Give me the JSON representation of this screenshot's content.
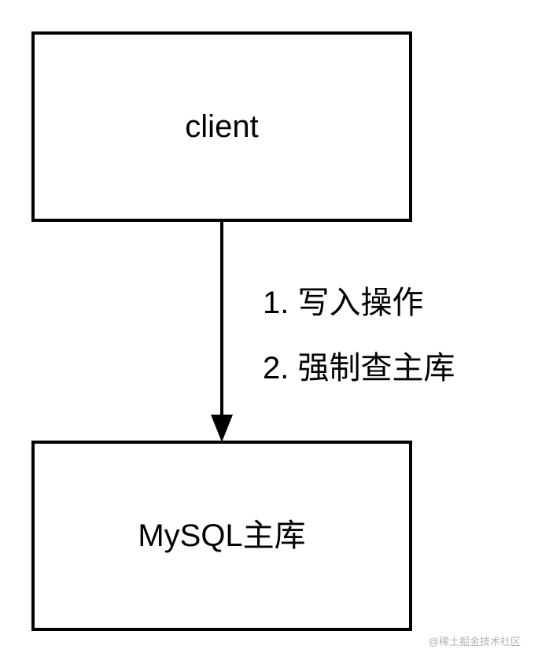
{
  "nodes": {
    "client": {
      "label": "client"
    },
    "mysql_primary": {
      "label": "MySQL主库"
    }
  },
  "edge": {
    "labels": [
      "1. 写入操作",
      "2. 强制查主库"
    ]
  },
  "watermark": "@稀土掘金技术社区"
}
